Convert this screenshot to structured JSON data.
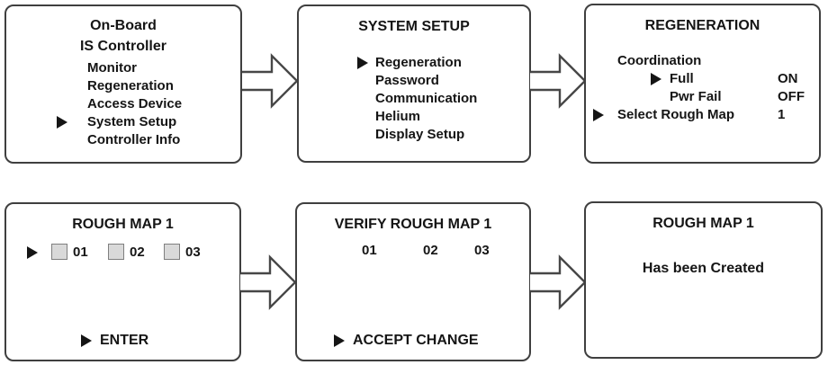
{
  "colors": {
    "panel_border": "#3f3f3f",
    "text": "#151515",
    "checkbox_fill": "#d9d9d9",
    "checkbox_border": "#7f7f7f",
    "arrow_stroke": "#474747"
  },
  "panels": [
    {
      "id": "main-menu",
      "title_lines": [
        "On-Board",
        "IS Controller"
      ],
      "items": [
        {
          "label": "Monitor",
          "selected": false
        },
        {
          "label": "Regeneration",
          "selected": false
        },
        {
          "label": "Access Device",
          "selected": false
        },
        {
          "label": "System Setup",
          "selected": true
        },
        {
          "label": "Controller Info",
          "selected": false
        }
      ]
    },
    {
      "id": "system-setup",
      "title_lines": [
        "SYSTEM SETUP"
      ],
      "items": [
        {
          "label": "Regeneration",
          "selected": true
        },
        {
          "label": "Password",
          "selected": false
        },
        {
          "label": "Communication",
          "selected": false
        },
        {
          "label": "Helium",
          "selected": false
        },
        {
          "label": "Display Setup",
          "selected": false
        }
      ]
    },
    {
      "id": "regeneration",
      "title_lines": [
        "REGENERATION"
      ],
      "rows": [
        {
          "label": "Coordination",
          "value": "",
          "selected": false
        },
        {
          "label": "Full",
          "value": "ON",
          "selected": true
        },
        {
          "label": "Pwr Fail",
          "value": "OFF",
          "selected": false
        },
        {
          "label": "Select Rough Map",
          "value": "1",
          "selected": true
        }
      ]
    },
    {
      "id": "rough-map-1",
      "title_lines": [
        "ROUGH MAP 1"
      ],
      "checkboxes": [
        "01",
        "02",
        "03"
      ],
      "action": "ENTER"
    },
    {
      "id": "verify-rough-map-1",
      "title_lines": [
        "VERIFY ROUGH MAP 1"
      ],
      "numbers": [
        "01",
        "02",
        "03"
      ],
      "action": "ACCEPT CHANGE"
    },
    {
      "id": "rough-map-created",
      "title_lines": [
        "ROUGH MAP 1"
      ],
      "message": "Has been Created"
    }
  ]
}
